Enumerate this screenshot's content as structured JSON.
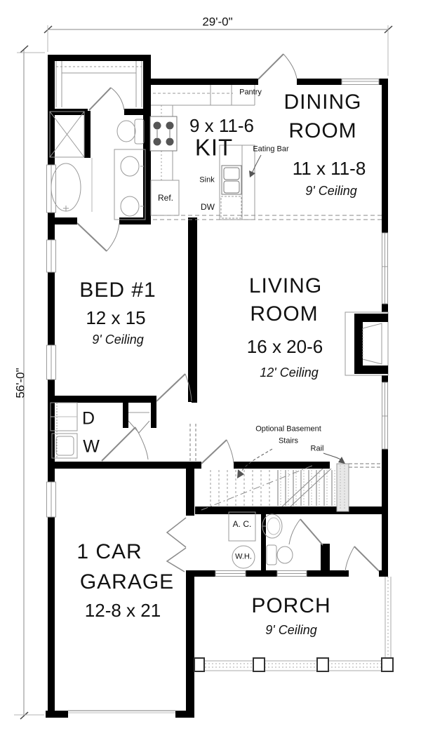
{
  "dimensions": {
    "width": "29'-0\"",
    "height": "56'-0\""
  },
  "rooms": {
    "dining": {
      "line1": "DINING",
      "line2": "ROOM",
      "size": "11 x 11-8",
      "ceiling": "9' Ceiling"
    },
    "kitchen": {
      "name": "KIT",
      "size": "9 x 11-6"
    },
    "living": {
      "line1": "LIVING",
      "line2": "ROOM",
      "size": "16 x 20-6",
      "ceiling": "12' Ceiling"
    },
    "bed1": {
      "name": "BED #1",
      "size": "12 x 15",
      "ceiling": "9' Ceiling"
    },
    "garage": {
      "line1": "1 CAR",
      "line2": "GARAGE",
      "size": "12-8 x 21"
    },
    "porch": {
      "name": "PORCH",
      "ceiling": "9' Ceiling"
    }
  },
  "labels": {
    "pantry": "Pantry",
    "eating_bar": "Eating Bar",
    "sink": "Sink",
    "dishwasher": "DW",
    "refrigerator": "Ref.",
    "dryer": "D",
    "washer": "W",
    "ac": "A. C.",
    "water_heater": "W.H.",
    "rail": "Rail",
    "basement_line1": "Optional Basement",
    "basement_line2": "Stairs"
  },
  "colors": {
    "wall": "#000000",
    "thin_line": "#8a8a8a",
    "light_line": "#b5b5b5",
    "text": "#111111"
  }
}
